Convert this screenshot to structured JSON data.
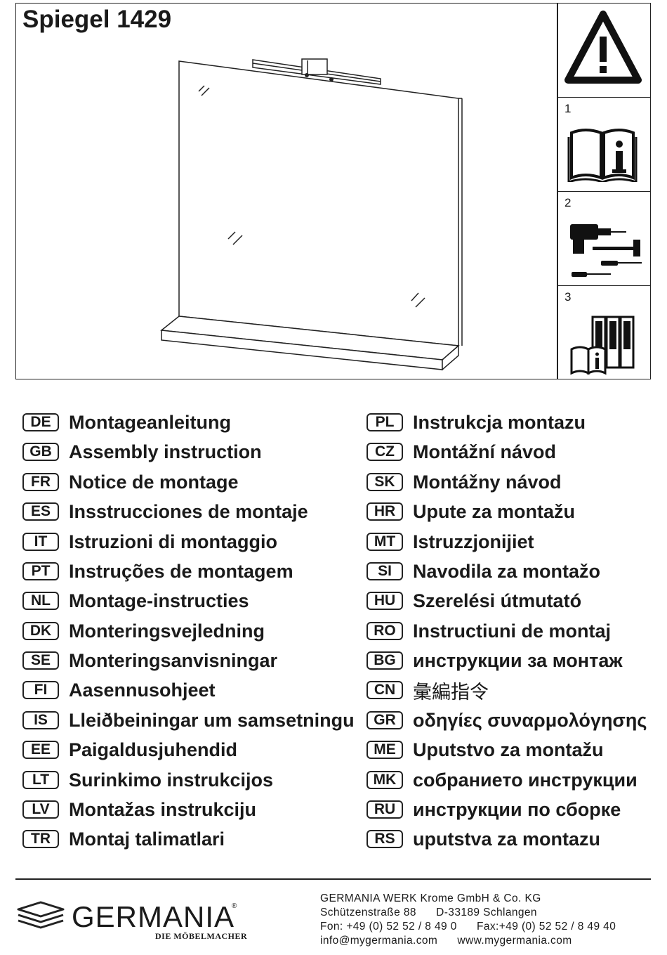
{
  "header": {
    "title": "Spiegel 1429"
  },
  "sidebar": {
    "warning_icon": "warning-triangle-icon",
    "steps": [
      {
        "number": "1",
        "icon": "manual-info-icon"
      },
      {
        "number": "2",
        "icon": "tools-icon"
      },
      {
        "number": "3",
        "icon": "binder-storage-icon"
      }
    ]
  },
  "languages_left": [
    {
      "code": "DE",
      "text": "Montageanleitung"
    },
    {
      "code": "GB",
      "text": "Assembly instruction"
    },
    {
      "code": "FR",
      "text": "Notice de montage"
    },
    {
      "code": "ES",
      "text": "Insstrucciones de montaje"
    },
    {
      "code": "IT",
      "text": "Istruzioni di montaggio"
    },
    {
      "code": "PT",
      "text": "Instruções de montagem"
    },
    {
      "code": "NL",
      "text": "Montage-instructies"
    },
    {
      "code": "DK",
      "text": "Monteringsvejledning"
    },
    {
      "code": "SE",
      "text": "Monteringsanvisningar"
    },
    {
      "code": "FI",
      "text": "Aasennusohjeet"
    },
    {
      "code": "IS",
      "text": "Lleiðbeiningar um samsetningu"
    },
    {
      "code": "EE",
      "text": "Paigaldusjuhendid"
    },
    {
      "code": "LT",
      "text": "Surinkimo instrukcijos"
    },
    {
      "code": "LV",
      "text": "Montažas instrukciju"
    },
    {
      "code": "TR",
      "text": "Montaj talimatlari"
    }
  ],
  "languages_right": [
    {
      "code": "PL",
      "text": "Instrukcja montazu"
    },
    {
      "code": "CZ",
      "text": "Montážní návod"
    },
    {
      "code": "SK",
      "text": "Montážny návod"
    },
    {
      "code": "HR",
      "text": "Upute za montažu"
    },
    {
      "code": "MT",
      "text": "Istruzzjonijiet"
    },
    {
      "code": "SI",
      "text": "Navodila za montažo"
    },
    {
      "code": "HU",
      "text": "Szerelési útmutató"
    },
    {
      "code": "RO",
      "text": "Instructiuni de montaj"
    },
    {
      "code": "BG",
      "text": "инструкции за монтаж"
    },
    {
      "code": "CN",
      "text": "彙編指令"
    },
    {
      "code": "GR",
      "text": "οδηγίες συναρμολόγησης"
    },
    {
      "code": "ME",
      "text": "Uputstvo za montažu"
    },
    {
      "code": "MK",
      "text": "собранието инструкции"
    },
    {
      "code": "RU",
      "text": "инструкции по сборке"
    },
    {
      "code": "RS",
      "text": "uputstva za montazu"
    }
  ],
  "footer": {
    "logo_text": "GERMANIA",
    "logo_registered": "®",
    "logo_tagline": "DIE MÖBELMACHER",
    "contact_lines": [
      "GERMANIA WERK Krome GmbH & Co. KG",
      "Schützenstraße 88      D-33189 Schlangen",
      "Fon: +49 (0) 52 52 / 8 49 0      Fax:+49 (0) 52 52 / 8 49 40",
      "info@mygermania.com      www.mygermania.com"
    ]
  }
}
